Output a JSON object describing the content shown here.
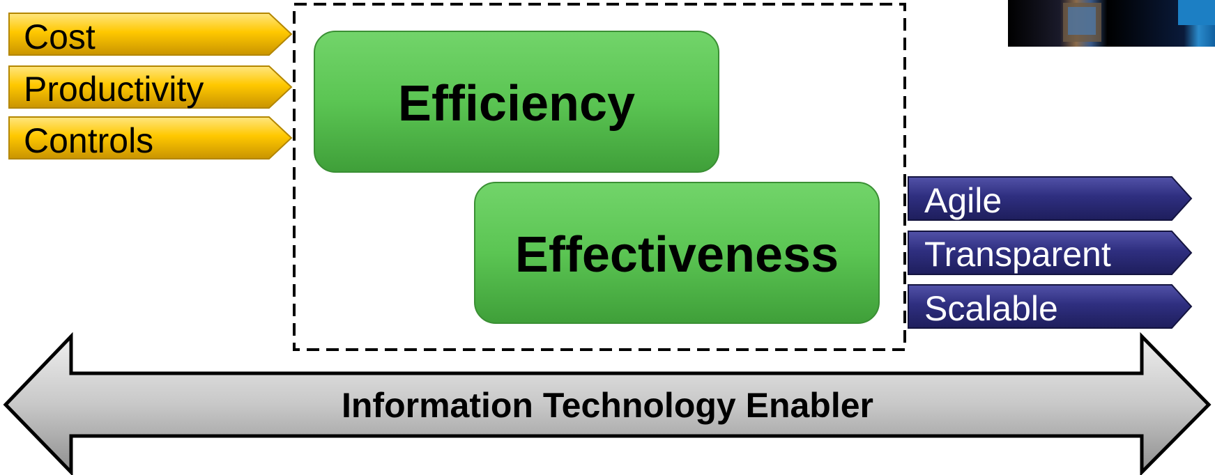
{
  "colors": {
    "left_tag_fill": "#ffc800",
    "right_tag_fill": "#2f2f80",
    "box_fill": "#5bc553",
    "arrow_fill": "#c8c8c8",
    "frame_stroke": "#000000"
  },
  "left_tags": [
    {
      "label": "Cost"
    },
    {
      "label": "Productivity"
    },
    {
      "label": "Controls"
    }
  ],
  "right_tags": [
    {
      "label": "Agile"
    },
    {
      "label": "Transparent"
    },
    {
      "label": "Scalable"
    }
  ],
  "boxes": {
    "efficiency": "Efficiency",
    "effectiveness": "Effectiveness"
  },
  "enabler_arrow": {
    "label": "Information Technology Enabler"
  },
  "decorative_image": {
    "icon": "photo-thumbnail"
  }
}
